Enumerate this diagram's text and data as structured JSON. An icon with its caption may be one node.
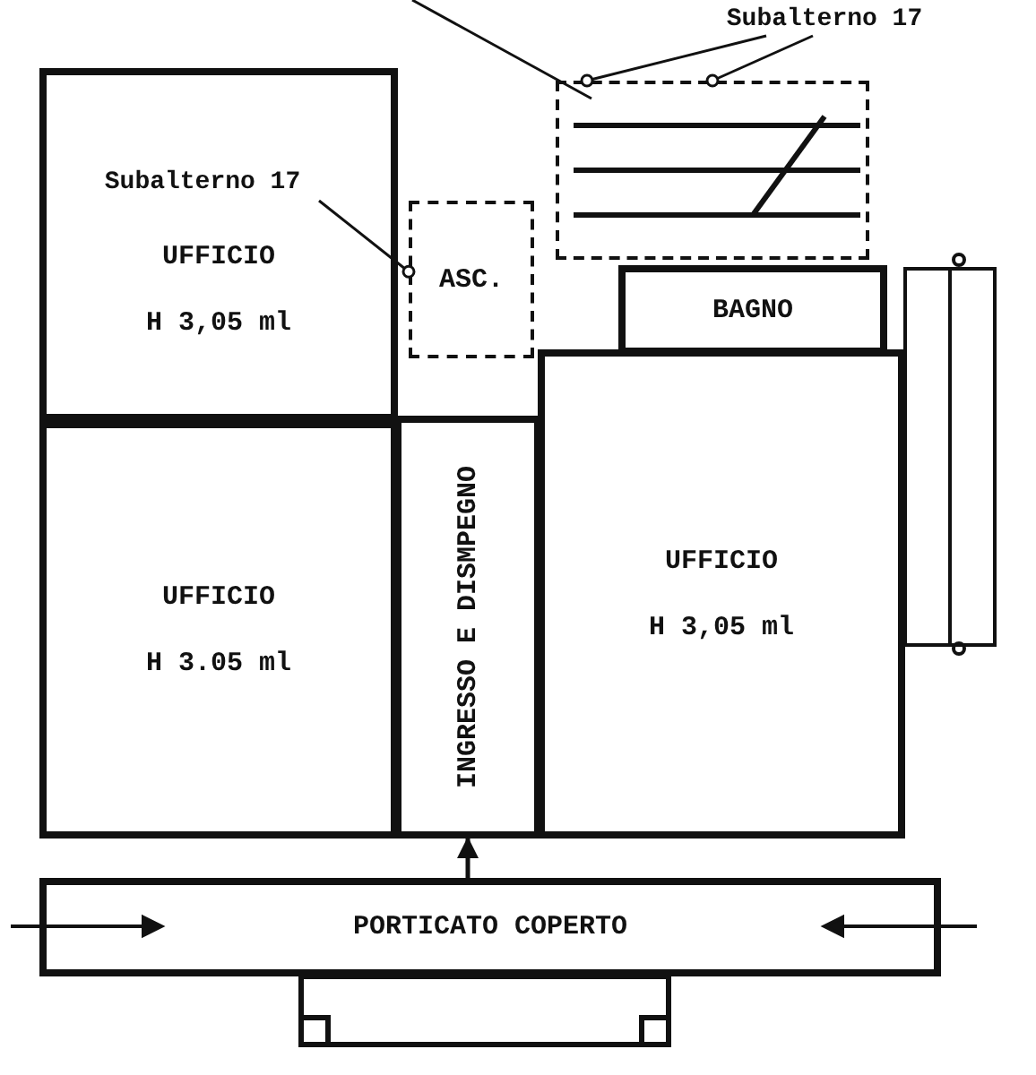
{
  "diagram": {
    "nodes": [
      {
        "text": [
          "Subalterno 17"
        ]
      },
      {
        "text": [],
        "shape": "box"
      },
      {
        "text": [
          "UFFICIO",
          "H 3,05 ml"
        ]
      },
      {
        "text": [
          "Subalterno 17"
        ],
        "in": 2
      },
      {
        "text": [
          "ASC."
        ]
      },
      {
        "text": [
          "BAGNO"
        ]
      },
      {
        "text": [
          "INGRESSO E DISMPEGNO"
        ]
      },
      {
        "text": [
          "UFFICIO",
          "H 3,05 ml"
        ]
      },
      {
        "text": [
          "UFFICIO",
          "H 3.05 ml"
        ]
      },
      {
        "text": [
          "PORTICATO COPERTO"
        ]
      }
    ],
    "edges": [
      {
        "from": 3,
        "to": 4,
        "arrow": "other"
      },
      {
        "from": 0,
        "to": 1,
        "arrow": "other"
      },
      {
        "from": 0,
        "to": 1,
        "arrow": "other"
      },
      {
        "from": 9,
        "to": 6,
        "arrow": "to"
      }
    ]
  }
}
